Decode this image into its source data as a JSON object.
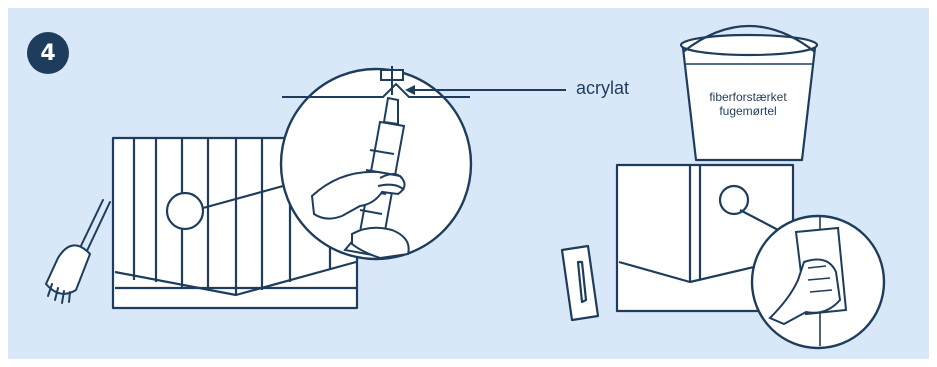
{
  "step": {
    "number": "4"
  },
  "callout": {
    "label": "acrylat"
  },
  "bucket": {
    "line1": "fiberforstærket",
    "line2": "fugemørtel"
  },
  "colors": {
    "background": "#d9e8f8",
    "ink": "#1e3d5c",
    "paper": "#ffffff"
  },
  "icons": [
    "brush-icon",
    "sealant-gun-icon",
    "bucket-icon",
    "trowel-icon",
    "hand-icon"
  ]
}
